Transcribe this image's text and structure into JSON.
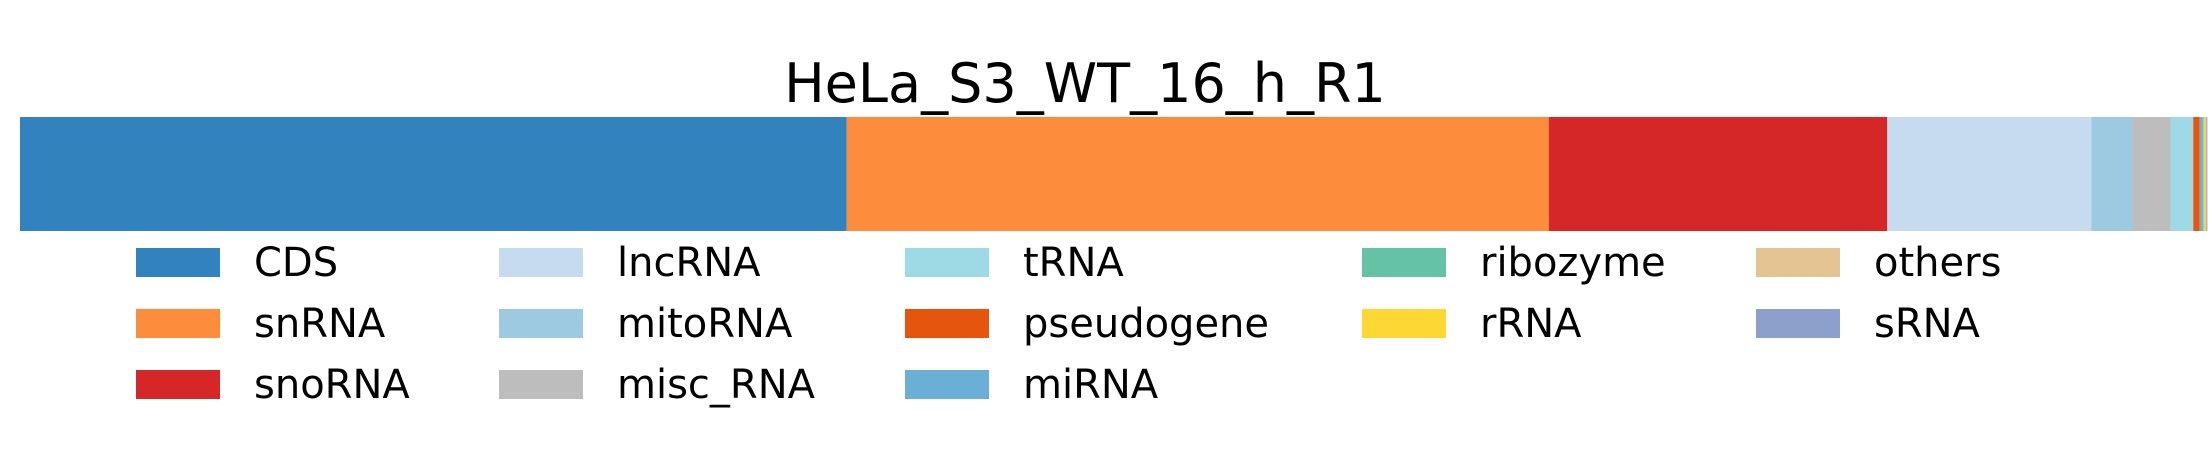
{
  "chart_data": {
    "type": "bar",
    "orientation": "horizontal-stacked",
    "title": "HeLa_S3_WT_16_h_R1",
    "xlabel": "",
    "ylabel": "",
    "grid": false,
    "axes_visible": false,
    "legend_placement": "bottom",
    "xlim": [
      0,
      1
    ],
    "series": [
      {
        "name": "CDS",
        "value": 0.381,
        "color": "#3182bd"
      },
      {
        "name": "snRNA",
        "value": 0.3235,
        "color": "#fd8d3c"
      },
      {
        "name": "snoRNA",
        "value": 0.156,
        "color": "#d62728"
      },
      {
        "name": "lncRNA",
        "value": 0.094,
        "color": "#c6dbef"
      },
      {
        "name": "mitoRNA",
        "value": 0.019,
        "color": "#9ecae1"
      },
      {
        "name": "misc_RNA",
        "value": 0.0175,
        "color": "#bdbdbd"
      },
      {
        "name": "tRNA",
        "value": 0.0105,
        "color": "#9edae5"
      },
      {
        "name": "pseudogene",
        "value": 0.003,
        "color": "#e6550d"
      },
      {
        "name": "miRNA",
        "value": 0.0012,
        "color": "#6baed6"
      },
      {
        "name": "ribozyme",
        "value": 0.0006,
        "color": "#66c2a4"
      },
      {
        "name": "rRNA",
        "value": 0.0007,
        "color": "#fdd835"
      },
      {
        "name": "others",
        "value": 0.0006,
        "color": "#e5c494"
      },
      {
        "name": "sRNA",
        "value": 0.0004,
        "color": "#8da0cb"
      }
    ],
    "legend": {
      "columns": 5,
      "order": [
        [
          "CDS",
          "snRNA",
          "snoRNA"
        ],
        [
          "lncRNA",
          "mitoRNA",
          "misc_RNA"
        ],
        [
          "tRNA",
          "pseudogene",
          "miRNA"
        ],
        [
          "ribozyme",
          "rRNA"
        ],
        [
          "others",
          "sRNA"
        ]
      ]
    }
  }
}
